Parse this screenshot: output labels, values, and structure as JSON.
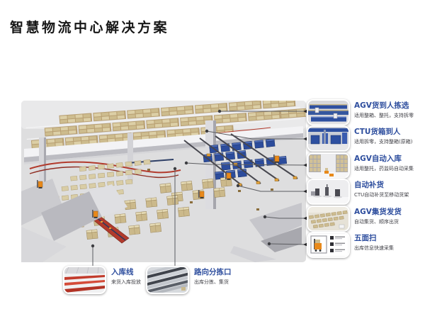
{
  "page": {
    "title": "智慧物流中心解决方案"
  },
  "colors": {
    "accent_blue": "#2E4E9E",
    "heading_dark": "#161616",
    "subtitle_gray": "#3F3F45",
    "conveyor_red": "#B23A2C",
    "bin_blue": "#2D4FA0",
    "box_tan": "#CDBC90",
    "forklift_orange": "#E8891A"
  },
  "scene": {
    "illustration": "warehouse-3d-render"
  },
  "right_callouts": {
    "items": [
      {
        "title": "AGV货到人拣选",
        "subtitle": "适用整箱、整托，支持拆零",
        "thumb": "agv-goods-to-person-thumb"
      },
      {
        "title": "CTU货箱到人",
        "subtitle": "适用拆零，支持整箱(原箱)",
        "thumb": "ctu-case-to-person-thumb"
      },
      {
        "title": "AGV自动入库",
        "subtitle": "适用整托，药监码自动采集",
        "thumb": "agv-auto-inbound-thumb"
      },
      {
        "title": "自动补货",
        "subtitle": "CTU自动补货至移动货架",
        "thumb": "auto-replenishment-thumb"
      },
      {
        "title": "AGV集货发货",
        "subtitle": "自动集货、顺序出货",
        "thumb": "agv-consolidation-dispatch-thumb"
      },
      {
        "title": "五面扫",
        "subtitle": "出库信息快速采集",
        "thumb": "five-side-scanner-thumb"
      }
    ]
  },
  "bottom_callouts": {
    "items": [
      {
        "title": "入库线",
        "subtitle": "来货入库投放",
        "thumb": "inbound-line-thumb"
      },
      {
        "title": "路向分拣口",
        "subtitle": "出库分拣、集货",
        "thumb": "route-sorting-outlet-thumb"
      }
    ]
  }
}
